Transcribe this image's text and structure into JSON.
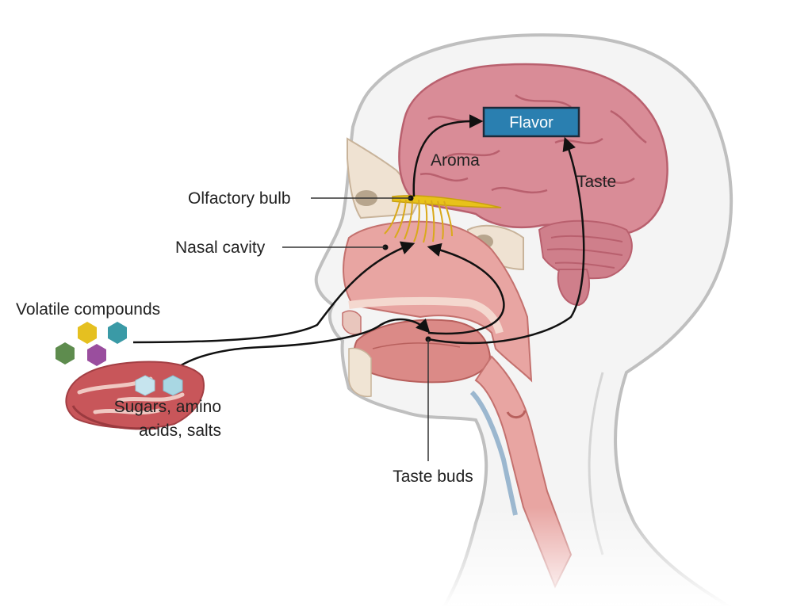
{
  "labels": {
    "flavor": "Flavor",
    "aroma": "Aroma",
    "taste": "Taste",
    "olfactory_bulb": "Olfactory bulb",
    "nasal_cavity": "Nasal cavity",
    "volatile_compounds": "Volatile compounds",
    "sugars_line1": "Sugars, amino",
    "sugars_line2": "acids, salts",
    "taste_buds": "Taste buds"
  },
  "colors": {
    "flavor_box": "#2a7fb0",
    "brain": "#d98c97",
    "head_outline": "#c9c9c9",
    "tissue": "#e8a5a2",
    "bulb": "#e8c21a",
    "meat": "#c8565a",
    "hex_yellow": "#e5c020",
    "hex_teal": "#3a9aa6",
    "hex_green": "#5e8c4e",
    "hex_purple": "#9a4e9e",
    "hex_light": "#a9d7e3"
  }
}
